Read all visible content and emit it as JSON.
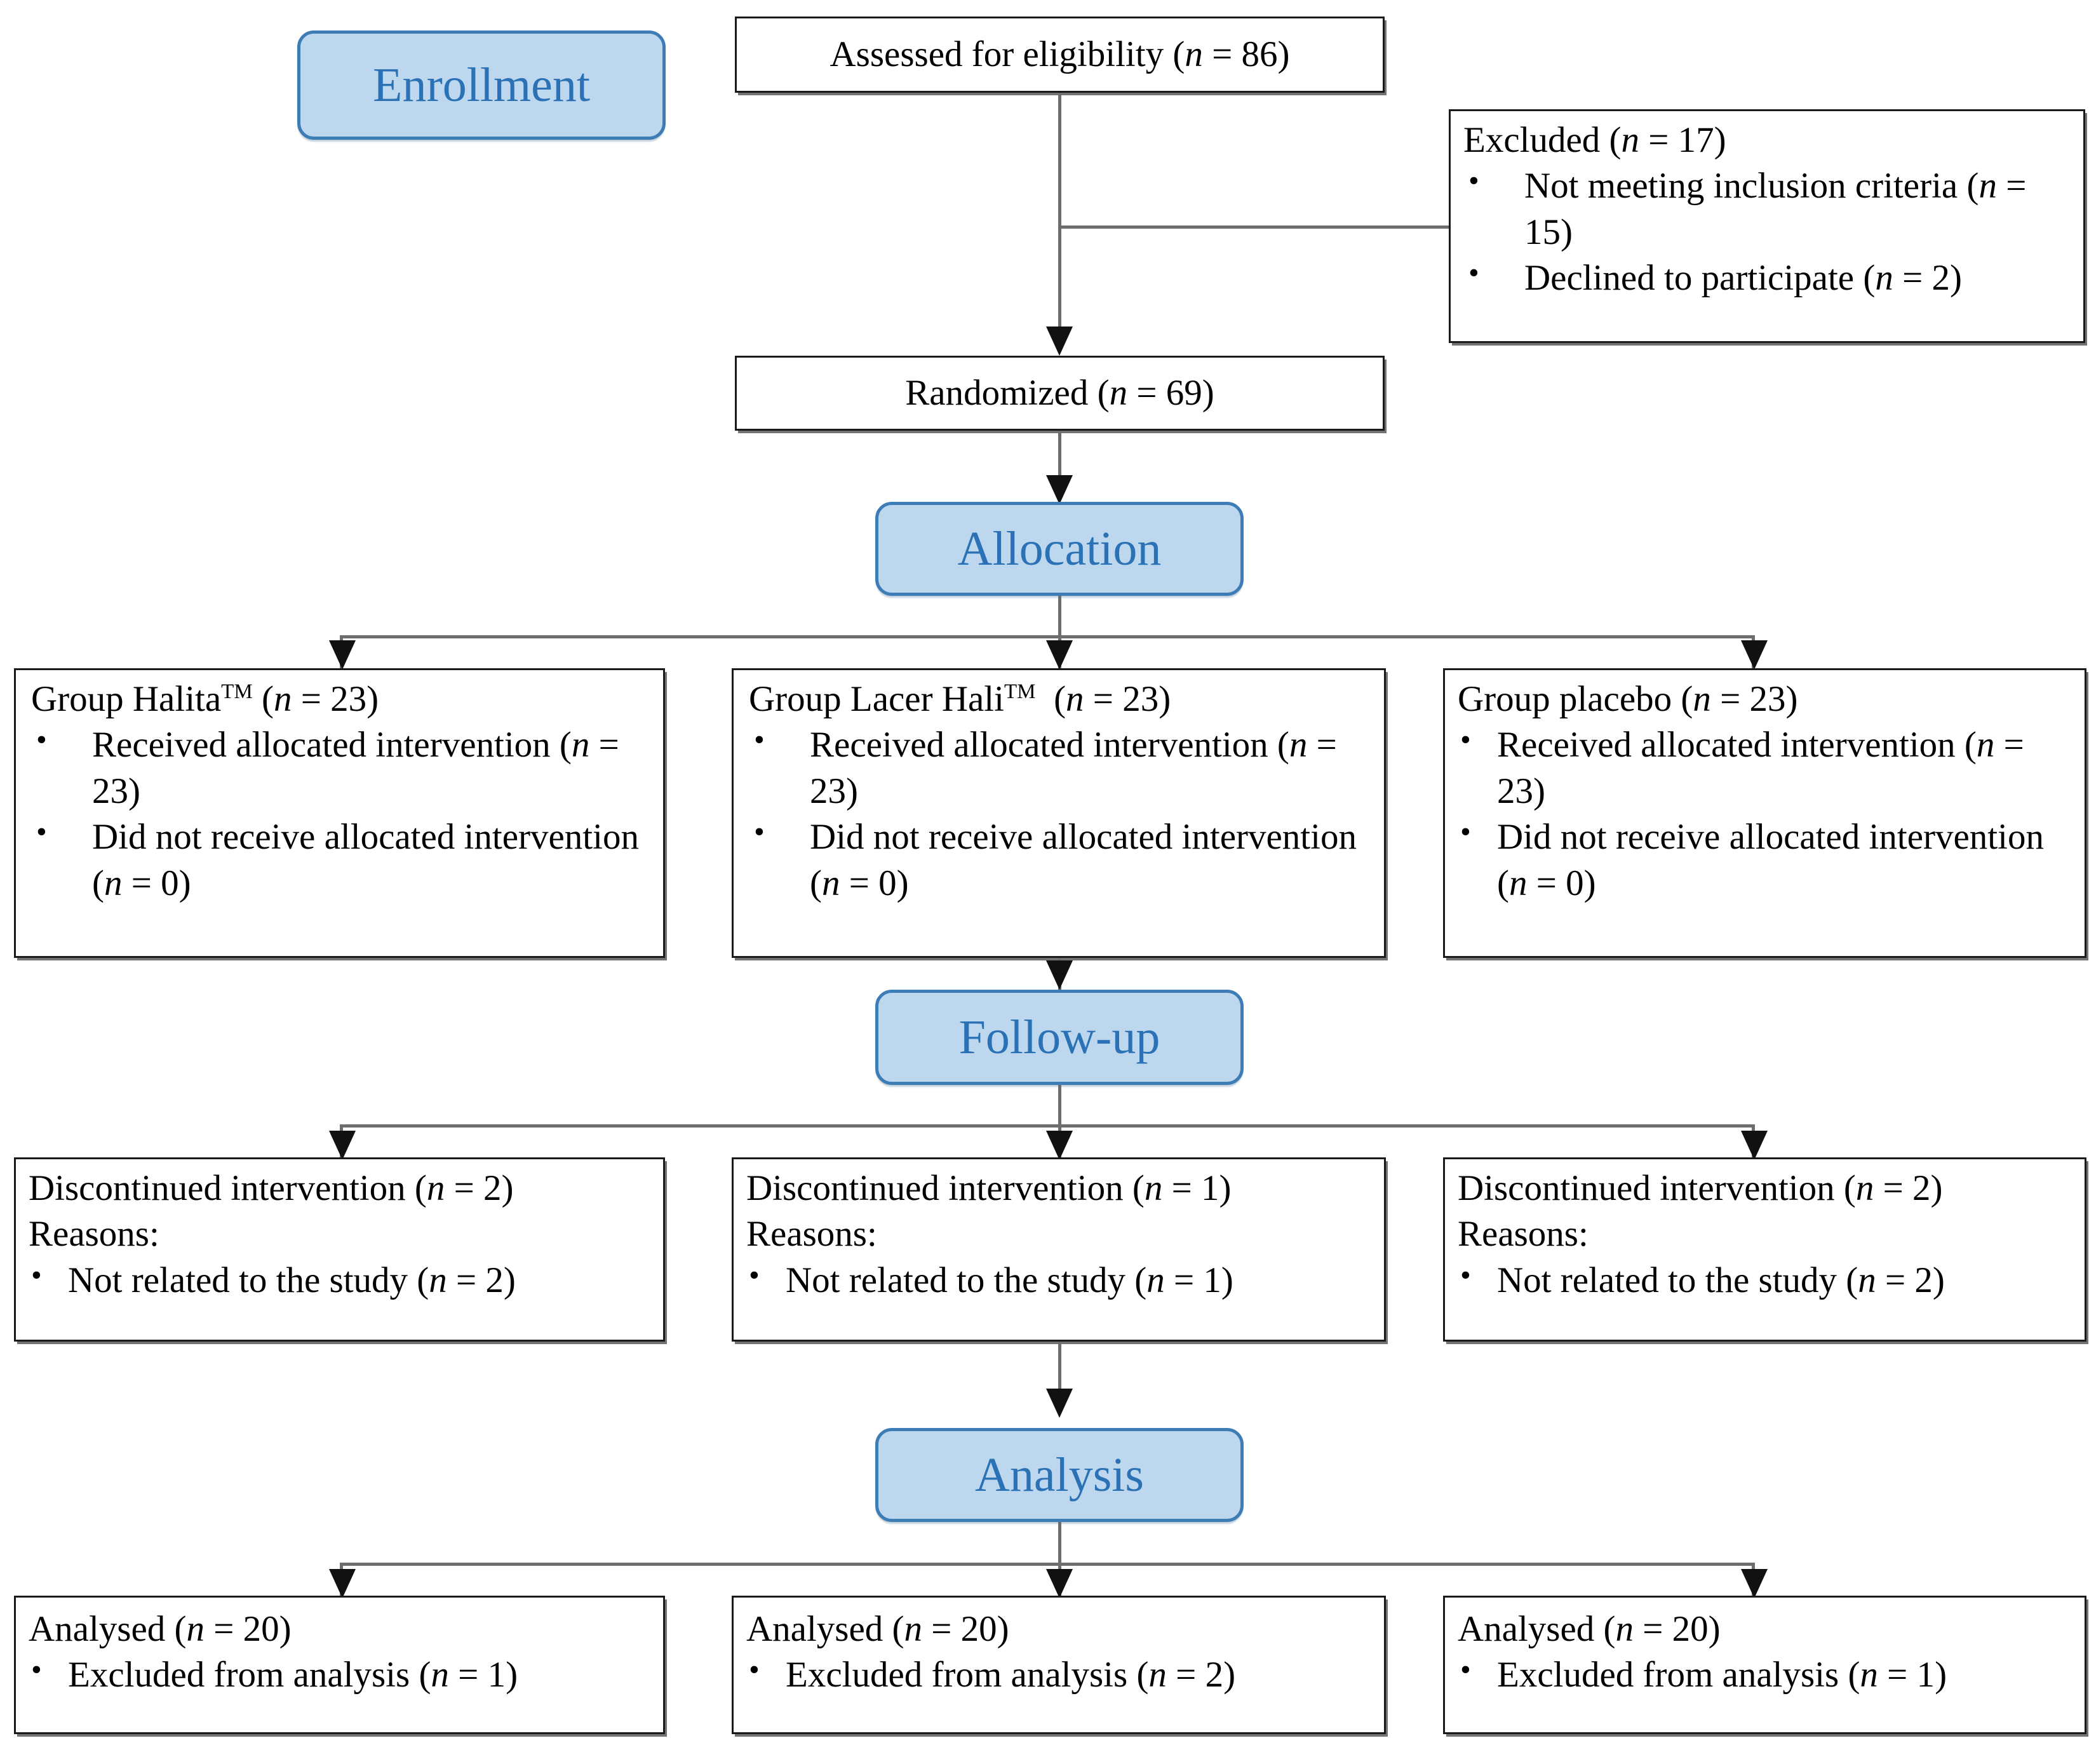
{
  "diagram": {
    "title": "CONSORT participant flow diagram",
    "colors": {
      "badge_fill": "#bdd7ee",
      "badge_border": "#3d7cb5",
      "badge_text": "#2a72b5",
      "box_border": "#1a1a1a",
      "connector": "#6e6e6e",
      "arrowhead": "#111111",
      "background": "#ffffff"
    },
    "stages": {
      "enrollment": "Enrollment",
      "allocation": "Allocation",
      "followup": "Follow-up",
      "analysis": "Analysis"
    },
    "enrollment": {
      "assessed": {
        "text": "Assessed for eligibility (n = 86)",
        "label": "Assessed for eligibility",
        "n": 86
      },
      "excluded": {
        "heading": "Excluded (n = 17)",
        "n": 17,
        "reasons": [
          {
            "text": "Not meeting inclusion criteria (n = 15)",
            "n": 15
          },
          {
            "text": "Declined to participate (n = 2)",
            "n": 2
          }
        ]
      },
      "randomized": {
        "text": "Randomized (n = 69)",
        "label": "Randomized",
        "n": 69
      }
    },
    "allocation": [
      {
        "heading": "Group Halita™ (n = 23)",
        "group_name": "Group Halita",
        "trademark": "TM",
        "n": 23,
        "items": [
          "Received allocated intervention (n = 23)",
          "Did not receive allocated intervention (n = 0)"
        ]
      },
      {
        "heading": "Group Lacer Hali™  (n = 23)",
        "group_name": "Group Lacer Hali",
        "trademark": "TM",
        "n": 23,
        "items": [
          "Received allocated intervention (n = 23)",
          "Did not receive allocated intervention (n = 0)"
        ]
      },
      {
        "heading": "Group placebo (n = 23)",
        "group_name": "Group placebo",
        "trademark": "",
        "n": 23,
        "items": [
          "Received allocated intervention (n = 23)",
          "Did not receive allocated intervention (n = 0)"
        ]
      }
    ],
    "followup": [
      {
        "heading": "Discontinued intervention (n = 2)",
        "n": 2,
        "reasons_label": "Reasons:",
        "items": [
          "Not related to the study (n = 2)"
        ]
      },
      {
        "heading": "Discontinued intervention (n = 1)",
        "n": 1,
        "reasons_label": "Reasons:",
        "items": [
          "Not related to the study (n = 1)"
        ]
      },
      {
        "heading": "Discontinued intervention (n = 2)",
        "n": 2,
        "reasons_label": "Reasons:",
        "items": [
          "Not related to the study (n = 2)"
        ]
      }
    ],
    "analysis": [
      {
        "heading": "Analysed (n = 20)",
        "n": 20,
        "items": [
          "Excluded from analysis (n = 1)"
        ],
        "excluded_n": 1
      },
      {
        "heading": "Analysed (n = 20)",
        "n": 20,
        "items": [
          "Excluded from analysis (n = 2)"
        ],
        "excluded_n": 2
      },
      {
        "heading": "Analysed (n = 20)",
        "n": 20,
        "items": [
          "Excluded from analysis (n = 1)"
        ],
        "excluded_n": 1
      }
    ]
  }
}
